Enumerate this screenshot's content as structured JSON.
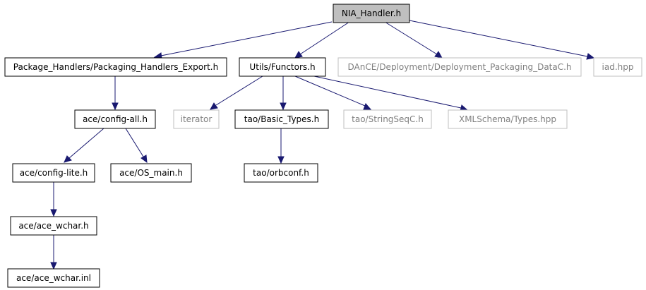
{
  "colors": {
    "edge": "#191970",
    "root_fill": "#bfbfbf",
    "node_border": "#000000",
    "missing_border": "#bfbfbf",
    "missing_text": "#808080"
  },
  "nodes": {
    "root": {
      "label": "NIA_Handler.h"
    },
    "pkg_export": {
      "label": "Package_Handlers/Packaging_Handlers_Export.h"
    },
    "functors": {
      "label": "Utils/Functors.h"
    },
    "dance": {
      "label": "DAnCE/Deployment/Deployment_Packaging_DataC.h"
    },
    "iad": {
      "label": "iad.hpp"
    },
    "config_all": {
      "label": "ace/config-all.h"
    },
    "iterator": {
      "label": "iterator"
    },
    "basic_types": {
      "label": "tao/Basic_Types.h"
    },
    "stringseq": {
      "label": "tao/StringSeqC.h"
    },
    "xmlschema": {
      "label": "XMLSchema/Types.hpp"
    },
    "config_lite": {
      "label": "ace/config-lite.h"
    },
    "os_main": {
      "label": "ace/OS_main.h"
    },
    "orbconf": {
      "label": "tao/orbconf.h"
    },
    "ace_wchar_h": {
      "label": "ace/ace_wchar.h"
    },
    "ace_wchar_inl": {
      "label": "ace/ace_wchar.inl"
    }
  }
}
